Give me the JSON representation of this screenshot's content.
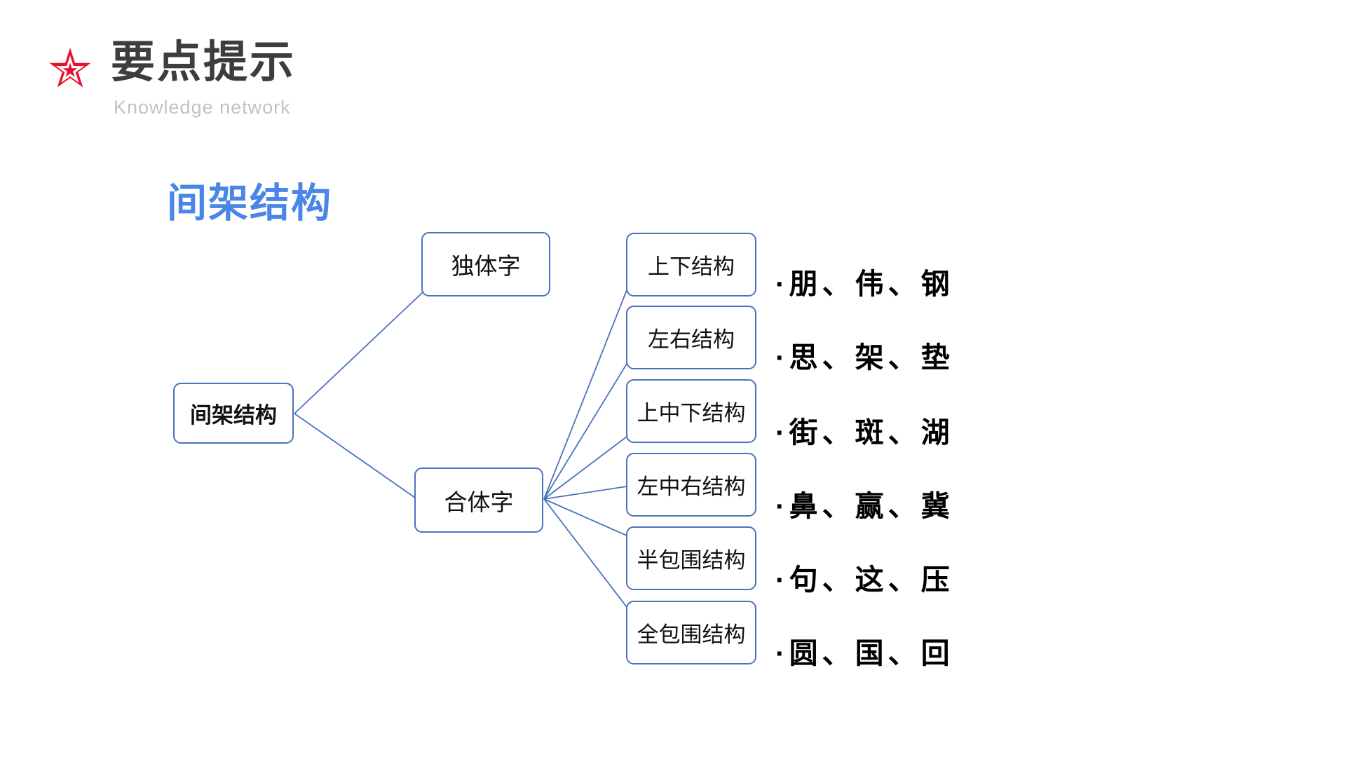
{
  "header": {
    "title": "要点提示",
    "subtitle": "Knowledge network",
    "title_color": "#3d3d3d",
    "subtitle_color": "#c2c2c2",
    "star_color": "#e8112d"
  },
  "section_heading": {
    "text": "间架结构",
    "color": "#4a86e8"
  },
  "mindmap": {
    "border_color": "#4a72bd",
    "line_color": "#4a72bd",
    "root": {
      "label": "间架结构"
    },
    "branches": [
      {
        "label": "独体字"
      },
      {
        "label": "合体字"
      }
    ],
    "structures": [
      {
        "label": "上下结构",
        "examples": "·朋、伟、钢"
      },
      {
        "label": "左右结构",
        "examples": "·思、架、垫"
      },
      {
        "label": "上中下结构",
        "examples": "·街、斑、湖"
      },
      {
        "label": "左中右结构",
        "examples": "·鼻、赢、冀"
      },
      {
        "label": "半包围结构",
        "examples": "·句、这、压"
      },
      {
        "label": "全包围结构",
        "examples": "·圆、国、回"
      }
    ]
  }
}
